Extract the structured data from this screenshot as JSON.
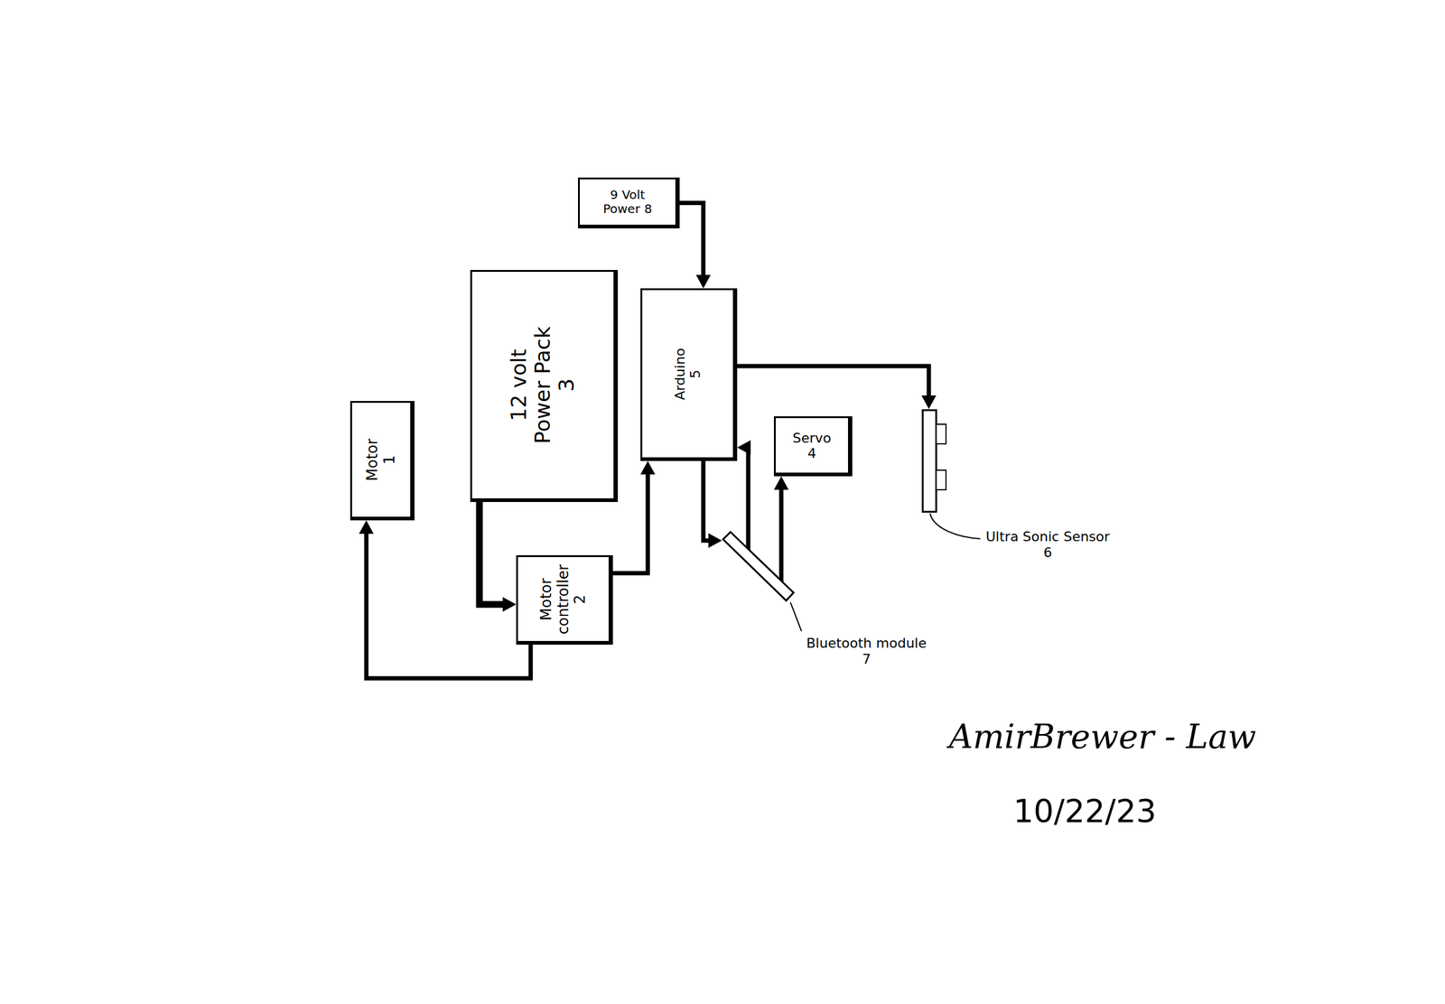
{
  "diagram": {
    "nodes": [
      {
        "text": [
          "9 Volt Power",
          "8"
        ]
      },
      {
        "text": [
          "12 volt Power Pack",
          "3"
        ]
      },
      {
        "text": [
          "Arduino",
          "5"
        ]
      },
      {
        "text": [
          "Motor",
          "1"
        ]
      },
      {
        "text": [
          "Servo",
          "4"
        ]
      },
      {
        "text": [
          "Motor controller",
          "2"
        ]
      },
      {
        "text": [
          "Bluetooth module",
          "7"
        ]
      },
      {
        "text": [
          "Ultra Sonic Sensor",
          "6"
        ]
      }
    ],
    "edges": [
      {
        "from": 0,
        "to": 2,
        "arrow": "to"
      },
      {
        "from": 1,
        "to": 5,
        "arrow": "to"
      },
      {
        "from": 5,
        "to": 3,
        "arrow": "to"
      },
      {
        "from": 5,
        "to": 2,
        "arrow": "to"
      },
      {
        "from": 2,
        "to": 6,
        "arrow": "to"
      },
      {
        "from": 6,
        "to": 2,
        "arrow": "to"
      },
      {
        "from": 6,
        "to": 4,
        "arrow": "to"
      },
      {
        "from": 2,
        "to": 7,
        "arrow": "to"
      }
    ],
    "labels": [
      "AmirBrewer - Law",
      "10/22/23"
    ]
  }
}
